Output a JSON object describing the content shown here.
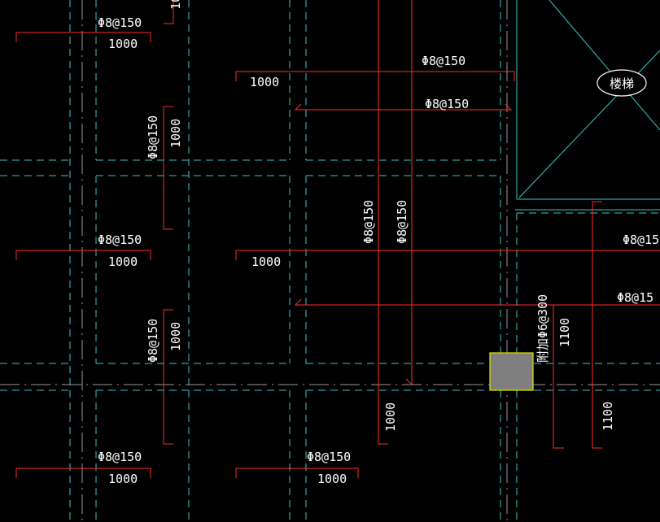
{
  "colors": {
    "background": "#000000",
    "rebar": "#ff2a2a",
    "gridline": "#37c8c8",
    "axis": "#9a9a9a",
    "text": "#ffffff",
    "column_fill": "#7f7f7f",
    "column_border": "#e6e600"
  },
  "labels": {
    "rebar_spec": "Φ8@150",
    "len_1000": "1000",
    "len_1100": "1100",
    "stair": "楼梯",
    "partial": "Φ8@15",
    "add_bar": "附加Φ6@300"
  }
}
